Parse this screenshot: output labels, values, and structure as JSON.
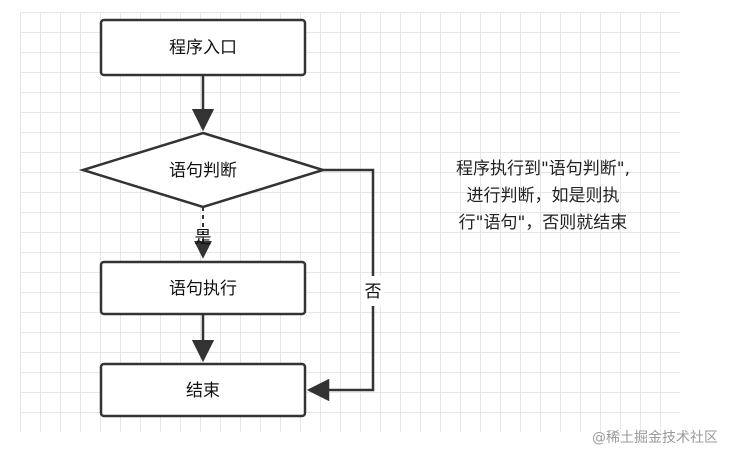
{
  "nodes": {
    "entry": "程序入口",
    "decision": "语句判断",
    "execute": "语句执行",
    "end": "结束"
  },
  "edges": {
    "yes_label": "是",
    "no_label": "否"
  },
  "note": {
    "lines": [
      "程序执行到\"语句判断\",",
      "进行判断，如是则执",
      "行\"语句\"，否则就结束"
    ]
  },
  "watermark": "@稀土掘金技术社区"
}
